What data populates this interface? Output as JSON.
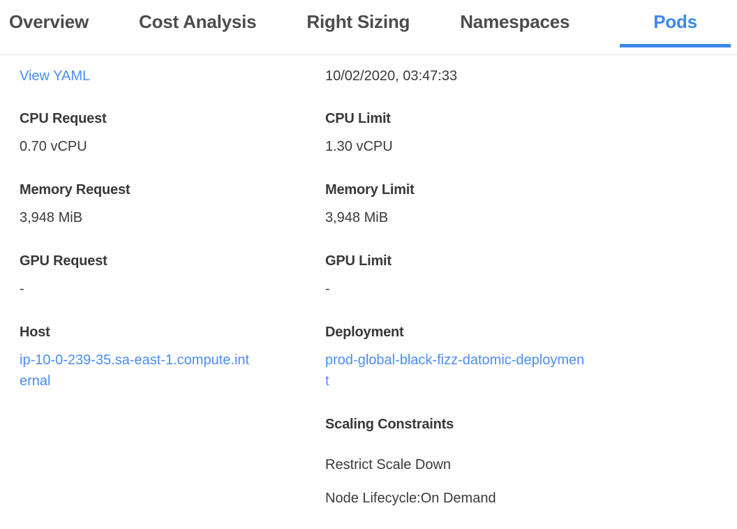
{
  "tabs": [
    {
      "label": "Overview",
      "active": false
    },
    {
      "label": "Cost Analysis",
      "active": false
    },
    {
      "label": "Right Sizing",
      "active": false
    },
    {
      "label": "Namespaces",
      "active": false
    },
    {
      "label": "Pods",
      "active": true
    }
  ],
  "detail": {
    "view_yaml_label": "View YAML",
    "timestamp": "10/02/2020, 03:47:33",
    "left_fields": [
      {
        "label": "CPU Request",
        "value": "0.70 vCPU",
        "type": "text"
      },
      {
        "label": "Memory Request",
        "value": "3,948 MiB",
        "type": "text"
      },
      {
        "label": "GPU Request",
        "value": "-",
        "type": "text"
      },
      {
        "label": "Host",
        "value": "ip-10-0-239-35.sa-east-1.compute.internal",
        "type": "link"
      }
    ],
    "right_fields": [
      {
        "label": "CPU Limit",
        "value": "1.30 vCPU",
        "type": "text"
      },
      {
        "label": "Memory Limit",
        "value": "3,948 MiB",
        "type": "text"
      },
      {
        "label": "GPU Limit",
        "value": "-",
        "type": "text"
      },
      {
        "label": "Deployment",
        "value": "prod-global-black-fizz-datomic-deployment",
        "type": "link"
      }
    ],
    "scaling": {
      "label": "Scaling Constraints",
      "items": [
        "Restrict Scale Down",
        "Node Lifecycle:On Demand"
      ]
    }
  },
  "colors": {
    "accent": "#3c87f0",
    "link": "#4a8cf5",
    "text": "#3a3a3a",
    "divider": "#ececec"
  }
}
